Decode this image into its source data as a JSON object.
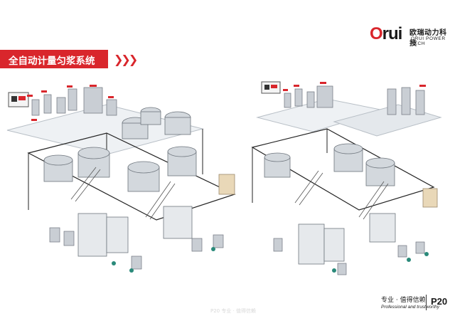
{
  "brand": {
    "logo_mark_o": "O",
    "logo_mark_rui": "rui",
    "registered": "®",
    "name_cn": "欧瑞动力科技",
    "name_en": "ORUI POWER TECH"
  },
  "header": {
    "title": "全自动计量匀浆系统",
    "arrows": "❯❯❯"
  },
  "footer": {
    "slogan_cn": "专业 · 值得信赖",
    "slogan_en": "Professional and trustworthy",
    "page": "P20",
    "watermark": "P20 专业 · 值得信赖"
  },
  "colors": {
    "accent": "#d9262c",
    "machinery": "#c9ced4",
    "platform": "#dfe3e8"
  }
}
